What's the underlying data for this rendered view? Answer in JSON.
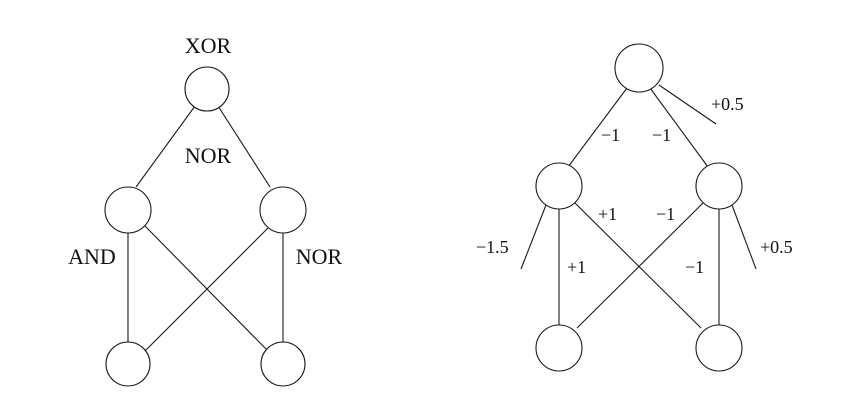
{
  "left_network": {
    "output_gate": "XOR",
    "hidden_output_gate": "NOR",
    "left_hidden_gate": "AND",
    "right_hidden_gate": "NOR"
  },
  "right_network": {
    "output_bias": "+0.5",
    "weight_hidden_left_to_output": "−1",
    "weight_hidden_right_to_output": "−1",
    "left_hidden_bias": "−1.5",
    "right_hidden_bias": "+0.5",
    "weight_input_left_to_hidden_left": "+1",
    "weight_input_right_to_hidden_left": "+1",
    "weight_input_left_to_hidden_right": "−1",
    "weight_input_right_to_hidden_right": "−1"
  }
}
